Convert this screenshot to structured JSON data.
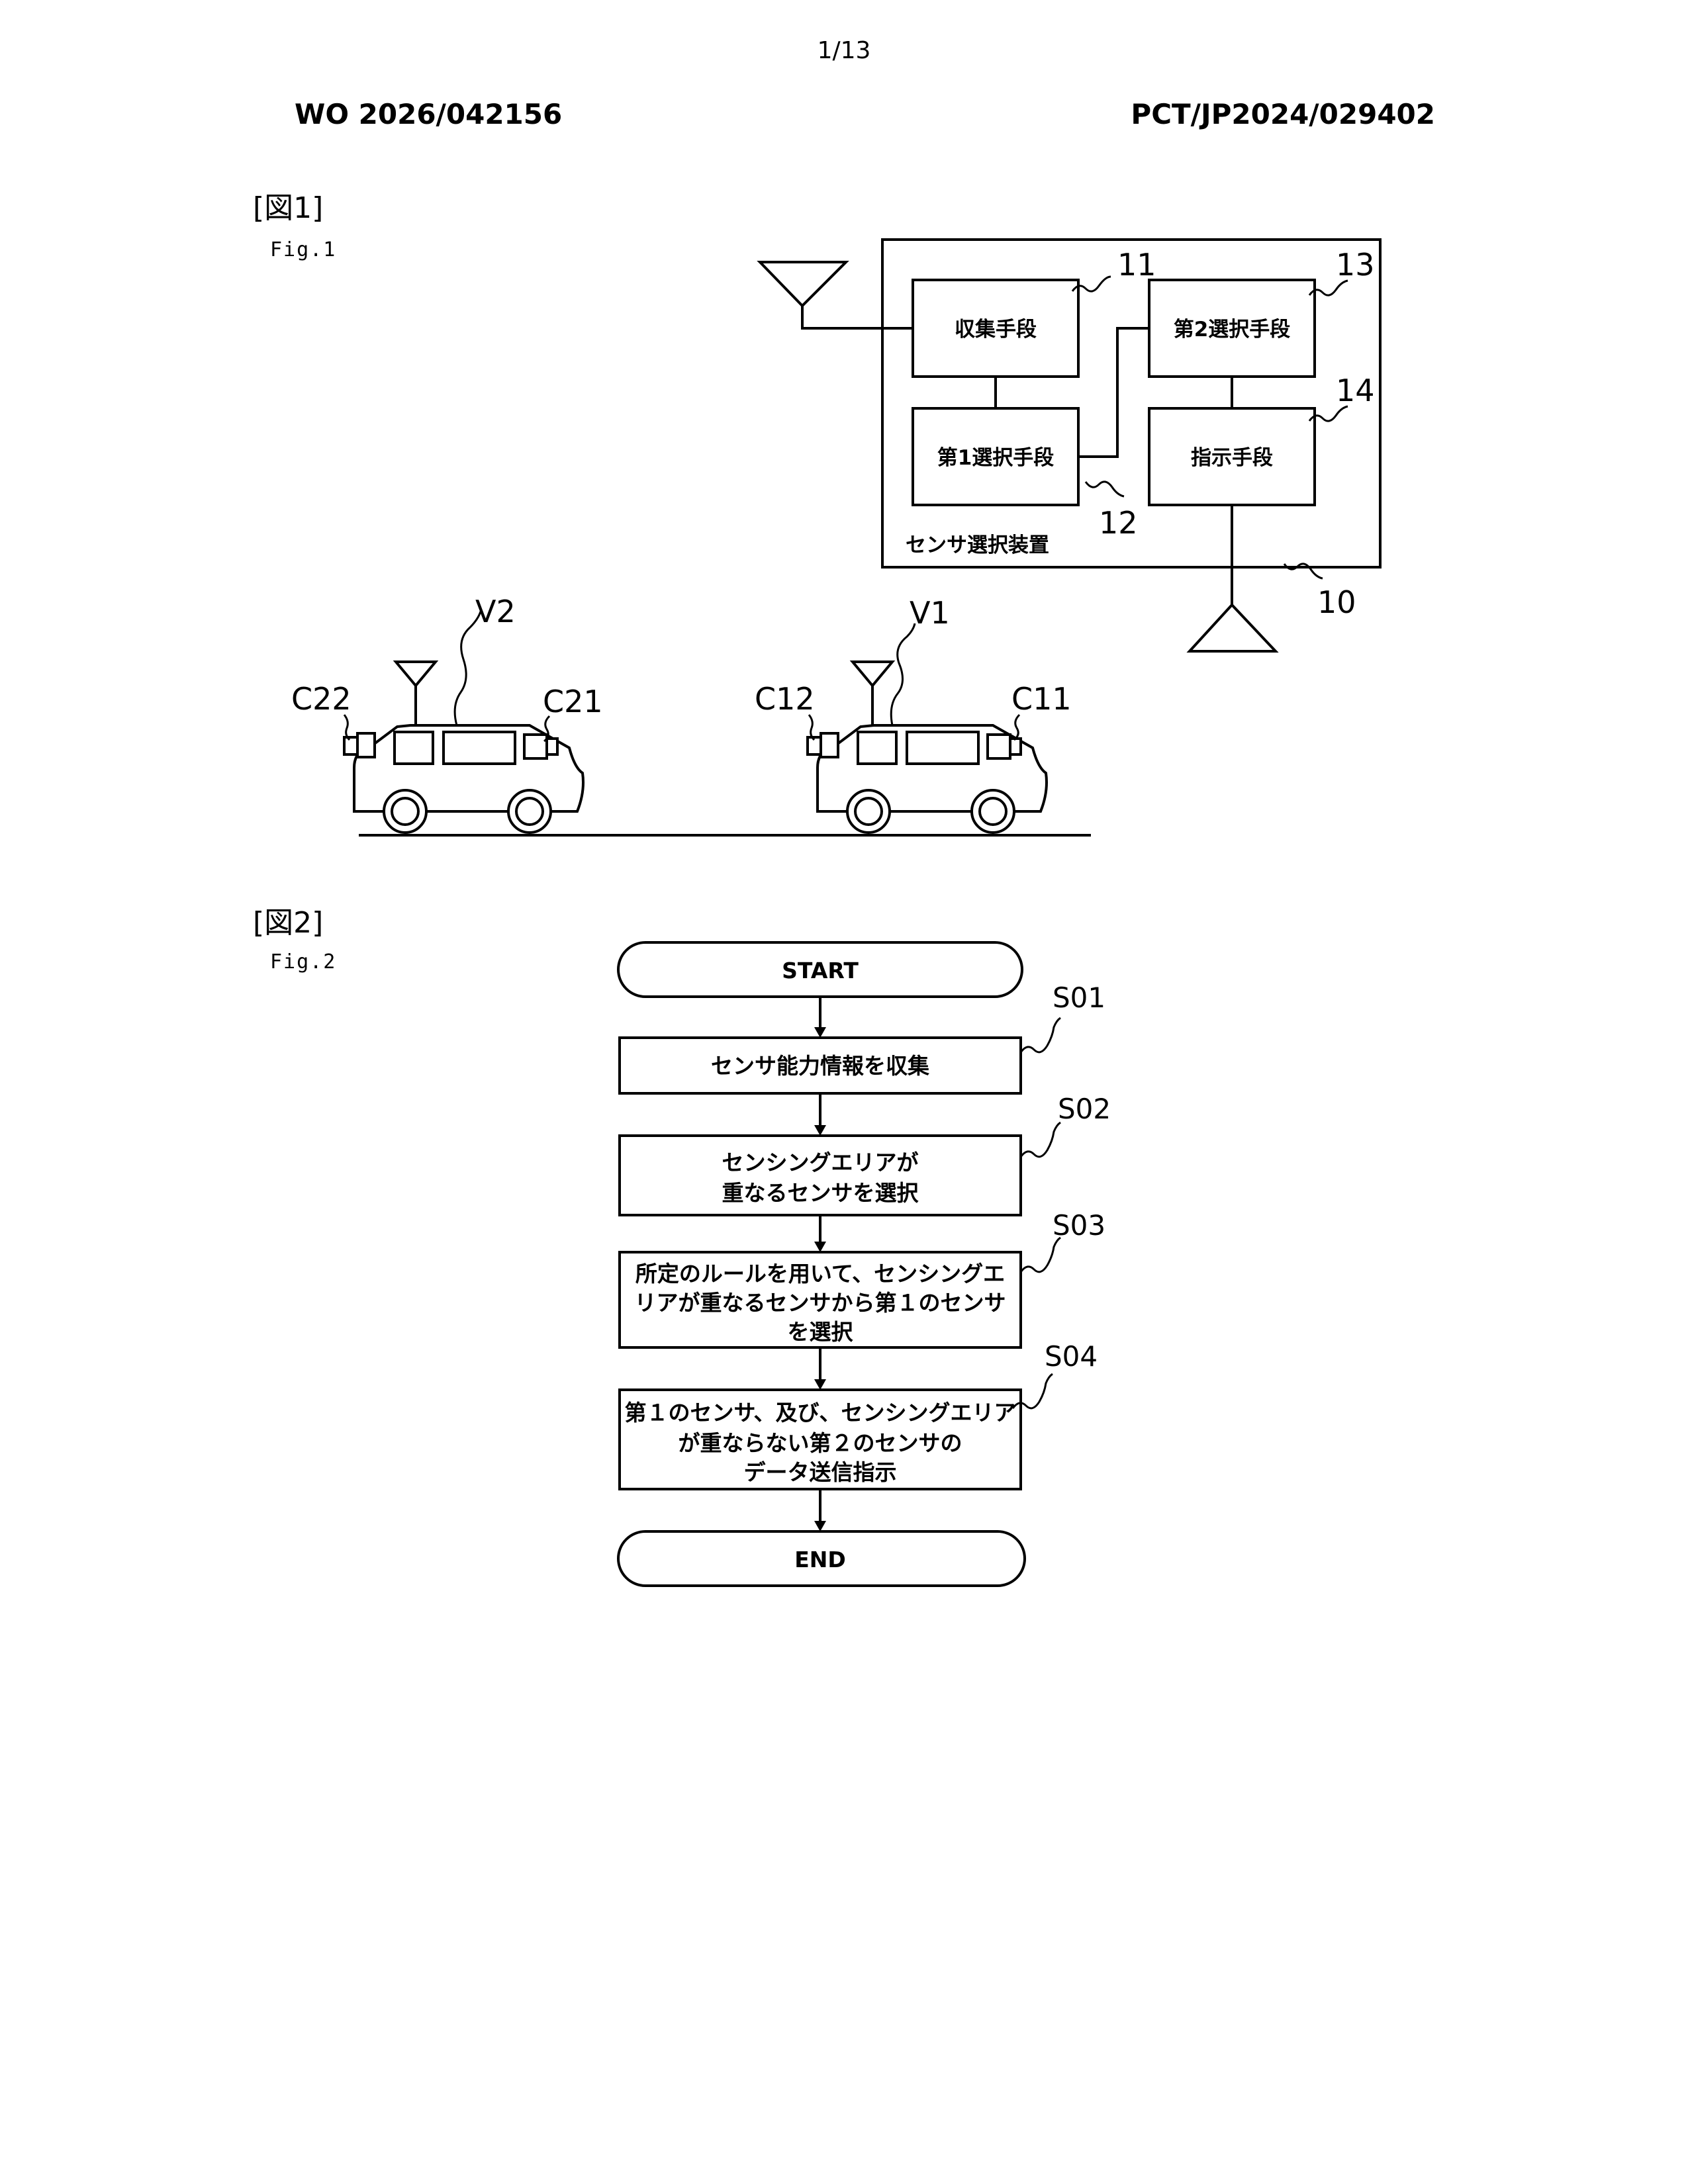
{
  "header": {
    "page_number": "1/13",
    "publication_number": "WO 2026/042156",
    "application_number": "PCT/JP2024/029402"
  },
  "figure1": {
    "heading": "[図1]",
    "subheading": "Fig.1",
    "device_label": "センサ選択装置",
    "boxes": {
      "collection": "収集手段",
      "first_selection": "第1選択手段",
      "second_selection": "第2選択手段",
      "instruction": "指示手段"
    },
    "refs": {
      "device": "10",
      "collection": "11",
      "first_selection": "12",
      "second_selection": "13",
      "instruction": "14"
    },
    "vehicles": {
      "v1": "V1",
      "v2": "V2",
      "c11": "C11",
      "c12": "C12",
      "c21": "C21",
      "c22": "C22"
    }
  },
  "figure2": {
    "heading": "[図2]",
    "subheading": "Fig.2",
    "start": "START",
    "end": "END",
    "steps": [
      {
        "id": "S01",
        "lines": [
          "センサ能力情報を収集"
        ]
      },
      {
        "id": "S02",
        "lines": [
          "センシングエリアが",
          "重なるセンサを選択"
        ]
      },
      {
        "id": "S03",
        "lines": [
          "所定のルールを用いて、センシングエ",
          "リアが重なるセンサから第１のセンサ",
          "を選択"
        ]
      },
      {
        "id": "S04",
        "lines": [
          "第１のセンサ、及び、センシングエリア",
          "が重ならない第２のセンサの",
          "データ送信指示"
        ]
      }
    ]
  }
}
